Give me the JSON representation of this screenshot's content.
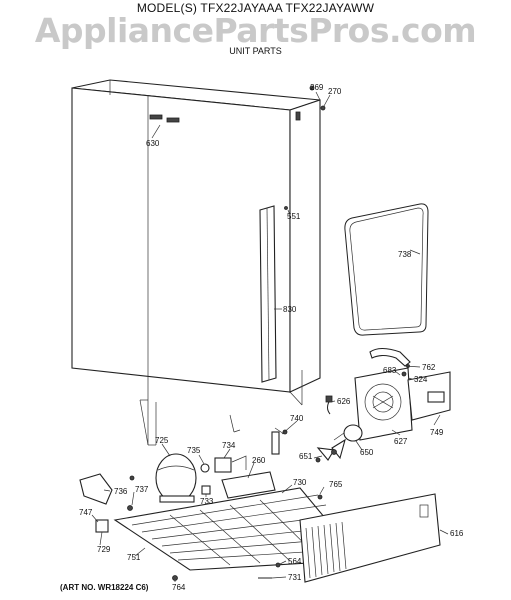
{
  "header": {
    "model_line": "MODEL(S) TFX22JAYAAA  TFX22JAYAWW",
    "watermark": "AppliancePartsPros.com",
    "section_title": "UNIT PARTS"
  },
  "footer": {
    "art_number": "(ART NO. WR18224 C6)"
  },
  "part_numbers": {
    "p269": "269",
    "p270": "270",
    "p630": "630",
    "p551": "551",
    "p738": "738",
    "p830": "830",
    "p762": "762",
    "p683": "683",
    "p324": "324",
    "p626": "626",
    "p740": "740",
    "p627": "627",
    "p749": "749",
    "p725": "725",
    "p735": "735",
    "p734": "734",
    "p650": "650",
    "p651": "651",
    "p260": "260",
    "p765": "765",
    "p736": "736",
    "p737": "737",
    "p733": "733",
    "p730": "730",
    "p747": "747",
    "p616": "616",
    "p729": "729",
    "p751": "751",
    "p564": "564",
    "p764": "764",
    "p731": "731"
  }
}
